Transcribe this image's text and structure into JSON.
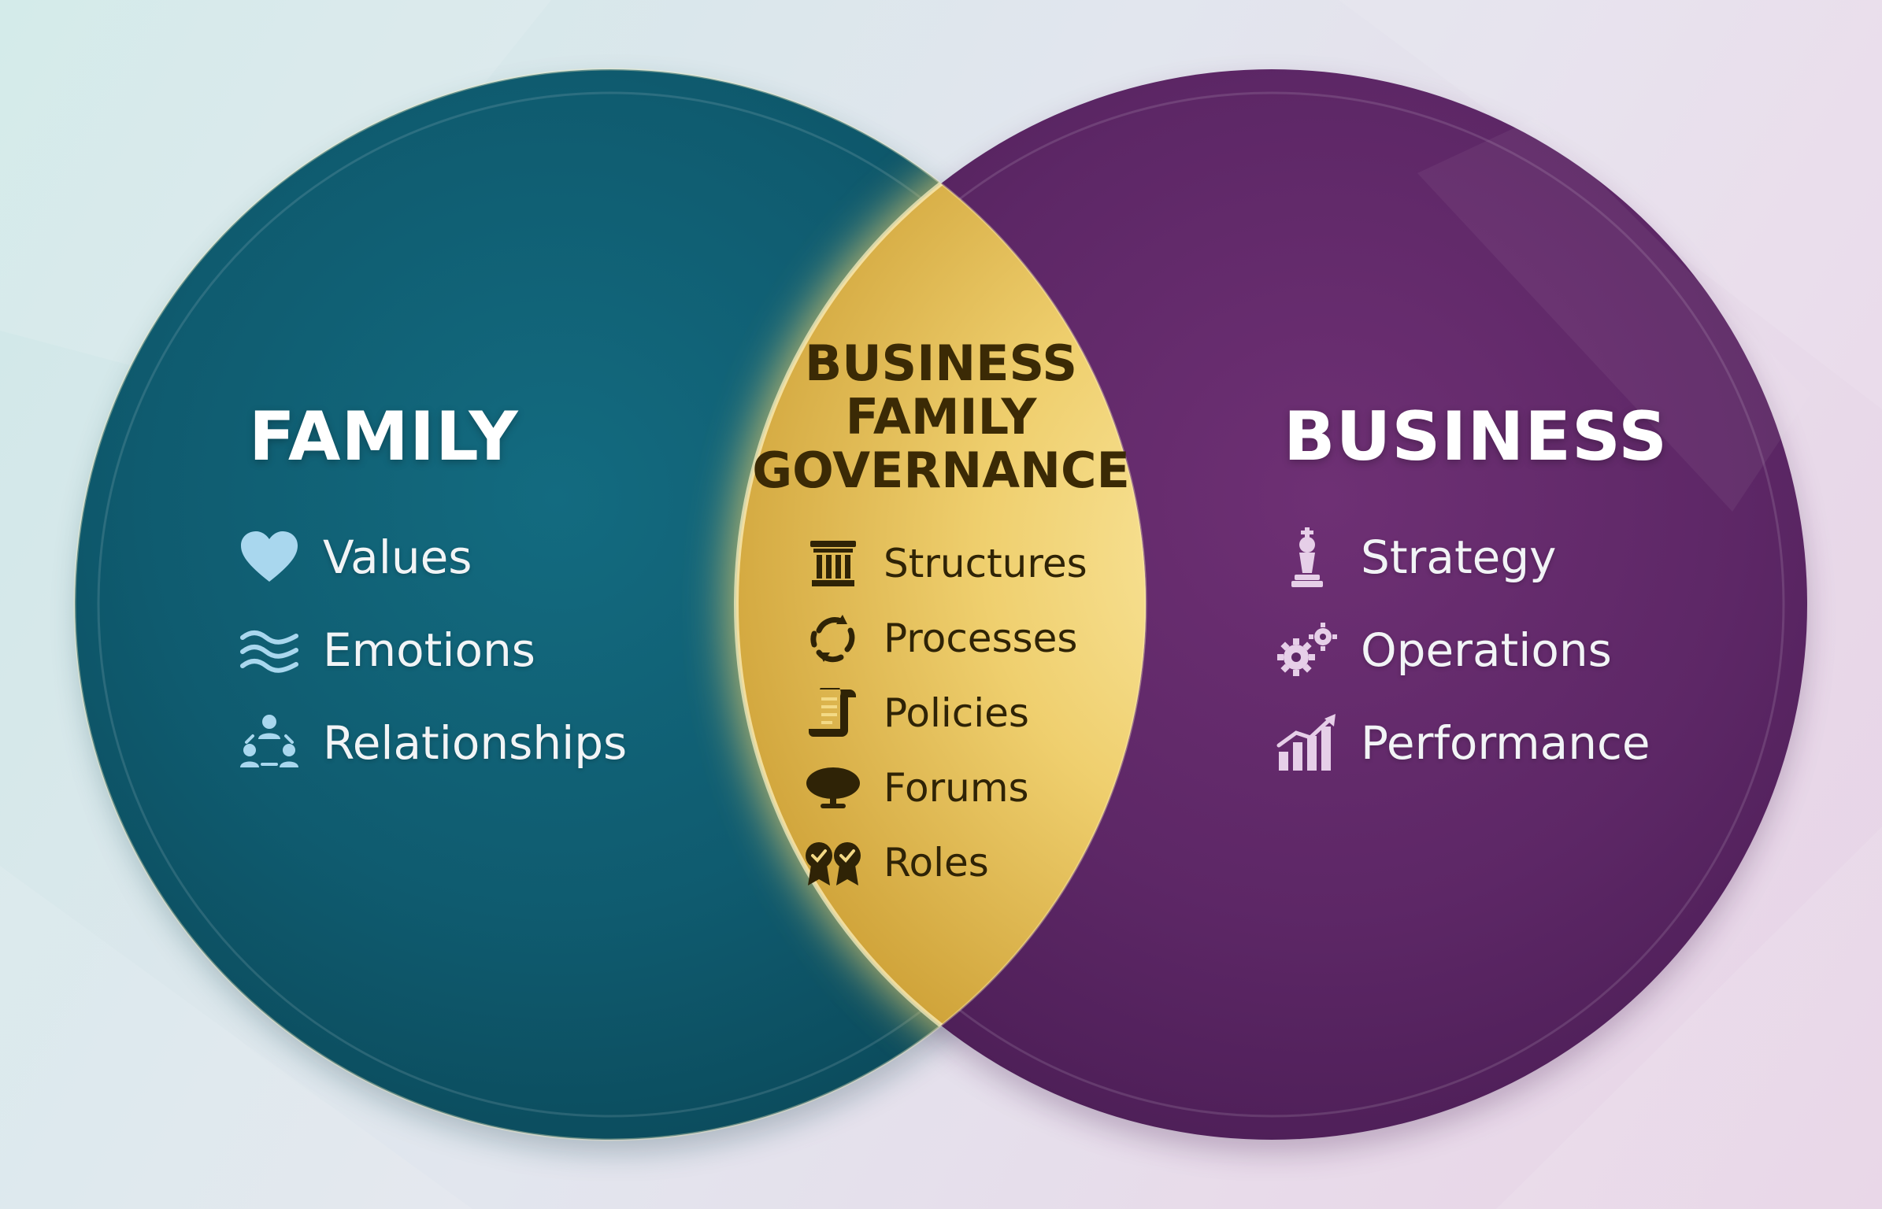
{
  "family": {
    "title": "FAMILY",
    "items": [
      {
        "label": "Values",
        "icon": "heart-icon"
      },
      {
        "label": "Emotions",
        "icon": "waves-icon"
      },
      {
        "label": "Relationships",
        "icon": "people-network-icon"
      }
    ]
  },
  "governance": {
    "title_lines": [
      "BUSINESS",
      "FAMILY",
      "GOVERNANCE"
    ],
    "items": [
      {
        "label": "Structures",
        "icon": "pillar-icon"
      },
      {
        "label": "Processes",
        "icon": "cycle-arrows-icon"
      },
      {
        "label": "Policies",
        "icon": "scroll-icon"
      },
      {
        "label": "Forums",
        "icon": "speech-bubble-icon"
      },
      {
        "label": "Roles",
        "icon": "award-badges-icon"
      }
    ]
  },
  "business": {
    "title": "BUSINESS",
    "items": [
      {
        "label": "Strategy",
        "icon": "chess-king-icon"
      },
      {
        "label": "Operations",
        "icon": "gears-icon"
      },
      {
        "label": "Performance",
        "icon": "bar-chart-growth-icon"
      }
    ]
  },
  "colors": {
    "family_circle": "#0f5a6e",
    "business_circle": "#5e2767",
    "governance_gold": "#e8c25a",
    "background": "#dfe7ec"
  }
}
